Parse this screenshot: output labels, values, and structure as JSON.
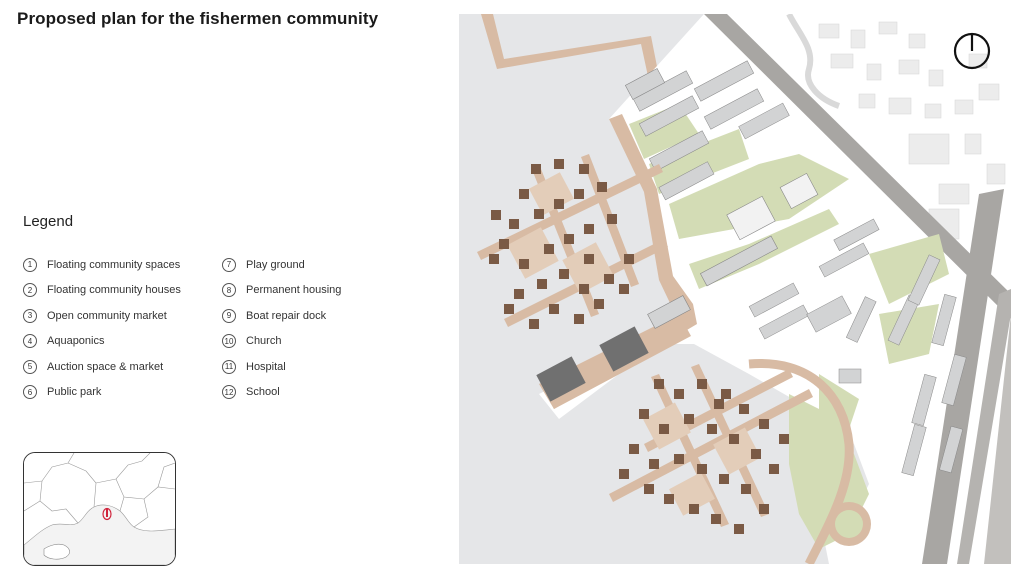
{
  "title": "Proposed plan for the fishermen community",
  "legend": {
    "heading": "Legend",
    "col1": [
      {
        "num": "1",
        "label": "Floating community spaces"
      },
      {
        "num": "2",
        "label": "Floating community houses"
      },
      {
        "num": "3",
        "label": "Open community market"
      },
      {
        "num": "4",
        "label": "Aquaponics"
      },
      {
        "num": "5",
        "label": "Auction space & market"
      },
      {
        "num": "6",
        "label": "Public park"
      }
    ],
    "col2": [
      {
        "num": "7",
        "label": "Play ground"
      },
      {
        "num": "8",
        "label": "Permanent housing"
      },
      {
        "num": "9",
        "label": "Boat repair dock"
      },
      {
        "num": "10",
        "label": "Church"
      },
      {
        "num": "11",
        "label": "Hospital"
      },
      {
        "num": "12",
        "label": "School"
      }
    ]
  },
  "colors": {
    "water": "#e5e6e8",
    "land": "#ffffff",
    "road": "#a8a6a3",
    "walkway": "#d8bba4",
    "park": "#d3dcb5",
    "building": "#d2d3d4",
    "roof_dark": "#5a5a5a",
    "floating_roof": "#7a5a45",
    "floating_deck": "#e3cdb9",
    "locator_marker": "#d0243c"
  },
  "icons": {
    "compass": "north-arrow-icon"
  }
}
